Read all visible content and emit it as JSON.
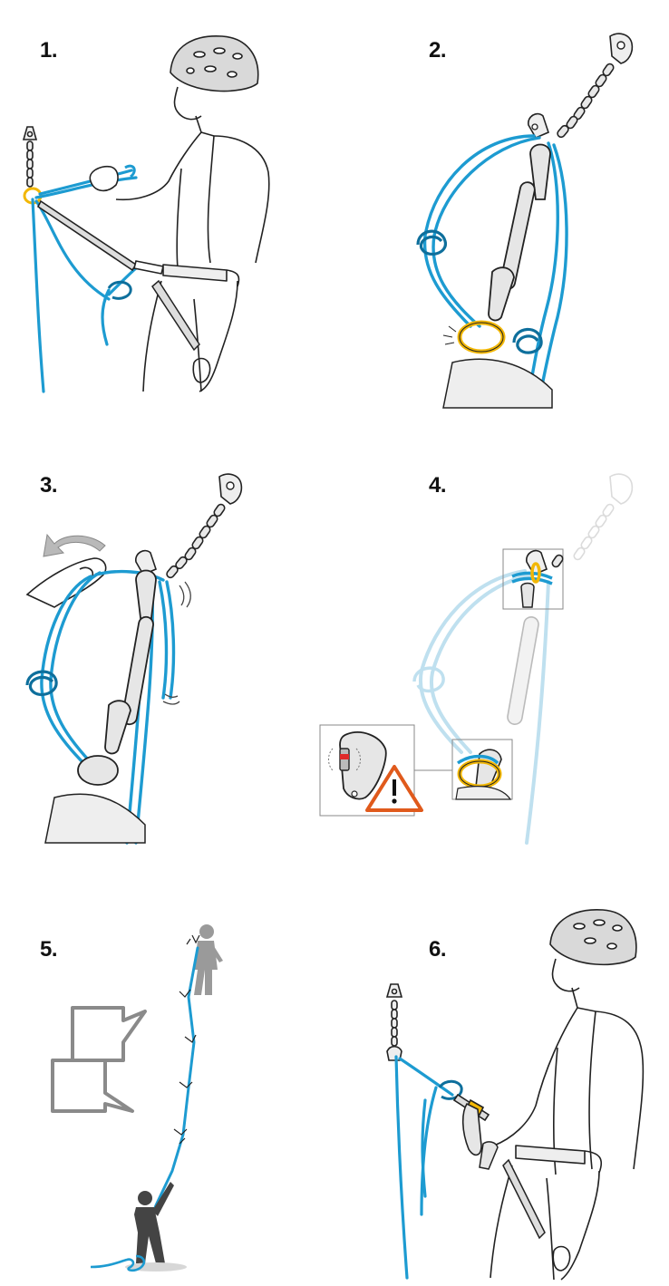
{
  "steps": [
    {
      "number": "1."
    },
    {
      "number": "2."
    },
    {
      "number": "3."
    },
    {
      "number": "4."
    },
    {
      "number": "5."
    },
    {
      "number": "6."
    }
  ],
  "icons": {
    "warning": "warning-triangle-icon",
    "speech": "speech-bubble-icon",
    "carabiner": "locking-carabiner-icon"
  },
  "colors": {
    "rope": "#1d9bd1",
    "rope_dark": "#0e6f9c",
    "rope_faded": "#bfe0ef",
    "gate": "#f2b705",
    "warning": "#e05a1c",
    "outline": "#222222",
    "metal": "#e8e8e8",
    "climber_grey": "#9a9a9a",
    "climber_dark": "#444444",
    "bubble": "#8a8a8a"
  }
}
